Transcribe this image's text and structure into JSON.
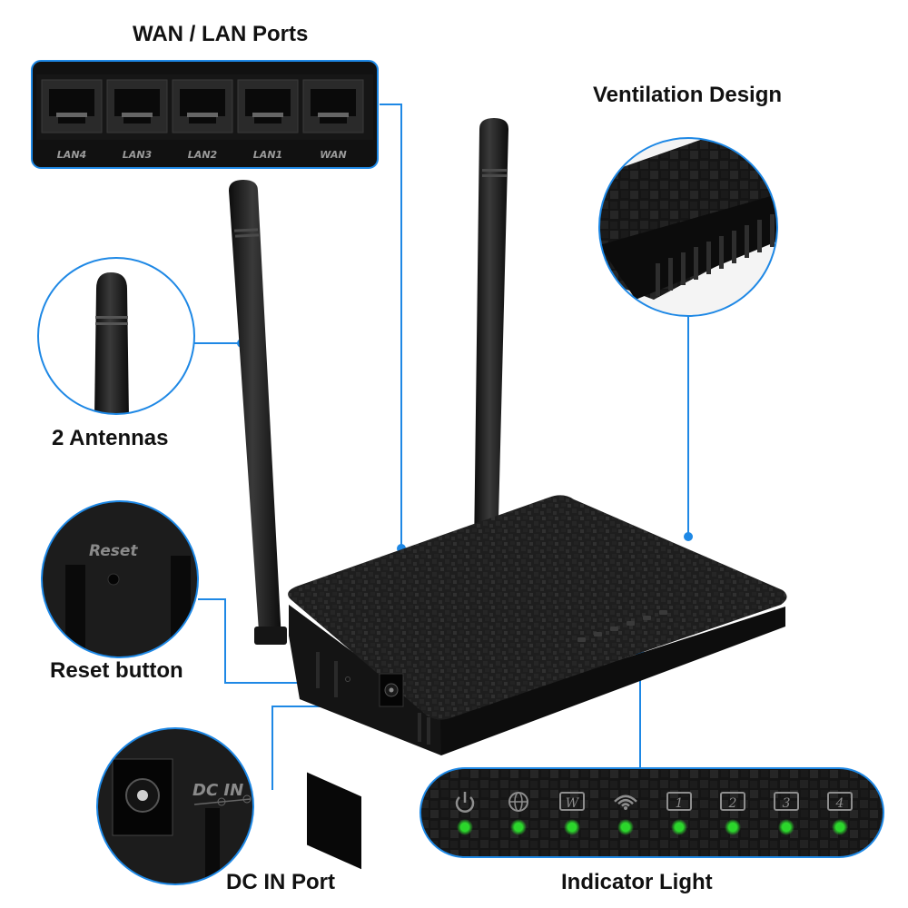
{
  "callouts": {
    "ports": "WAN / LAN Ports",
    "ventilation": "Ventilation Design",
    "antennas": "2 Antennas",
    "reset": "Reset button",
    "dcin": "DC IN Port",
    "indicator": "Indicator Light"
  },
  "port_labels": [
    "LAN4",
    "LAN3",
    "LAN2",
    "LAN1",
    "WAN"
  ],
  "device_text": {
    "reset": "Reset",
    "dcin": "DC IN"
  },
  "indicator_icons": [
    "power-icon",
    "internet-globe-icon",
    "wps-w-icon",
    "wifi-icon",
    "lan1-icon",
    "lan2-icon",
    "lan3-icon",
    "lan4-icon"
  ],
  "indicator_numbers": [
    "1",
    "2",
    "3",
    "4"
  ],
  "indicator_w": "W",
  "colors": {
    "accent_line": "#1e88e5",
    "led_green": "#2bd62b",
    "device_black": "#1b1b1b"
  }
}
